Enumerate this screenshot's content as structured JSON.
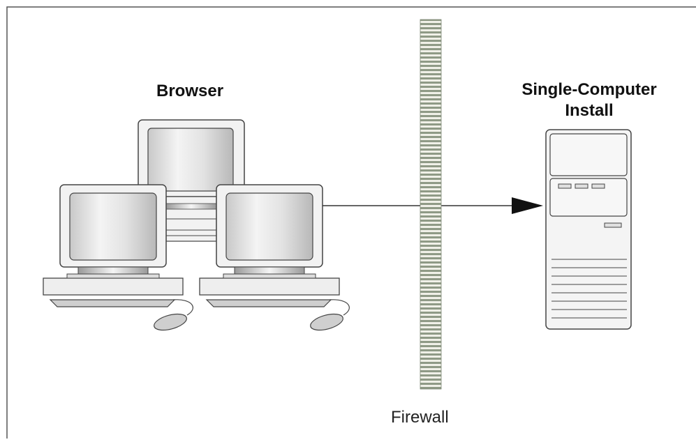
{
  "labels": {
    "browser": "Browser",
    "server_line1": "Single-Computer",
    "server_line2": "Install",
    "firewall": "Firewall"
  },
  "colors": {
    "background": "#ffffff",
    "frame": "#555555",
    "line": "#333333",
    "arrowhead": "#111111",
    "device_fill": "#f2f2f2",
    "device_stroke": "#444444",
    "screen_fill": "#e6e6e6",
    "screen_shade": "#bdbdbd",
    "firewall_light": "#f0f0e8",
    "firewall_dark": "#8f9a86"
  },
  "icons": {
    "browser_computers": "desktop-computer-icon",
    "server": "server-tower-icon",
    "firewall": "firewall-wall-icon",
    "connection": "arrow-right-icon"
  }
}
